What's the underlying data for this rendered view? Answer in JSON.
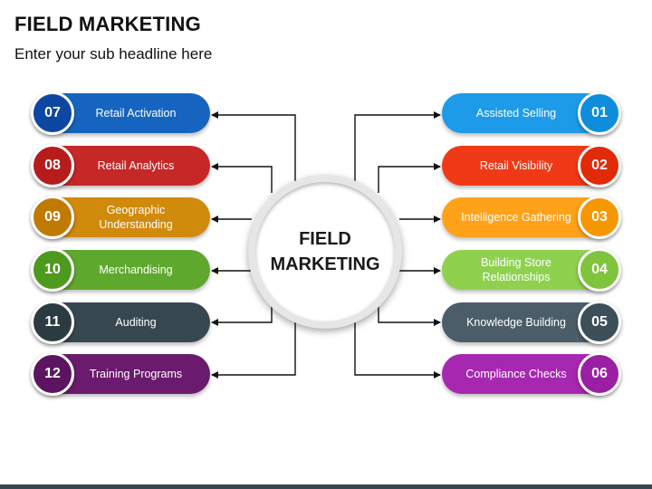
{
  "header": {
    "title": "FIELD MARKETING",
    "subtitle": "Enter your sub headline here"
  },
  "center": {
    "line1": "FIELD",
    "line2": "MARKETING"
  },
  "left_items": [
    {
      "number": "07",
      "label": "Retail Activation",
      "color": "#1565c0",
      "num_color": "#0d47a1"
    },
    {
      "number": "08",
      "label": "Retail Analytics",
      "color": "#c62828",
      "num_color": "#b71c1c"
    },
    {
      "number": "09",
      "label": "Geographic Understanding",
      "color": "#d08a0c",
      "num_color": "#c07a00"
    },
    {
      "number": "10",
      "label": "Merchandising",
      "color": "#5fa82e",
      "num_color": "#4e9a1f"
    },
    {
      "number": "11",
      "label": "Auditing",
      "color": "#37474f",
      "num_color": "#2c3a41"
    },
    {
      "number": "12",
      "label": "Training Programs",
      "color": "#6a1b6e",
      "num_color": "#5b145f"
    }
  ],
  "right_items": [
    {
      "number": "01",
      "label": "Assisted Selling",
      "color": "#1e9be8",
      "num_color": "#0f8ddd"
    },
    {
      "number": "02",
      "label": "Retail Visibility",
      "color": "#f03a17",
      "num_color": "#e02a08"
    },
    {
      "number": "03",
      "label": "Intelligence Gathering",
      "color": "#ffa21a",
      "num_color": "#f59700"
    },
    {
      "number": "04",
      "label": "Building Store Relationships",
      "color": "#8fd14f",
      "num_color": "#7fc43c"
    },
    {
      "number": "05",
      "label": "Knowledge Building",
      "color": "#4a5d68",
      "num_color": "#3d4f59"
    },
    {
      "number": "06",
      "label": "Compliance Checks",
      "color": "#a728b0",
      "num_color": "#9a1fa3"
    }
  ],
  "colors": {
    "connector": "#111111",
    "center_ring": "#e6e6e6",
    "bottom_bar": "#37474f"
  }
}
